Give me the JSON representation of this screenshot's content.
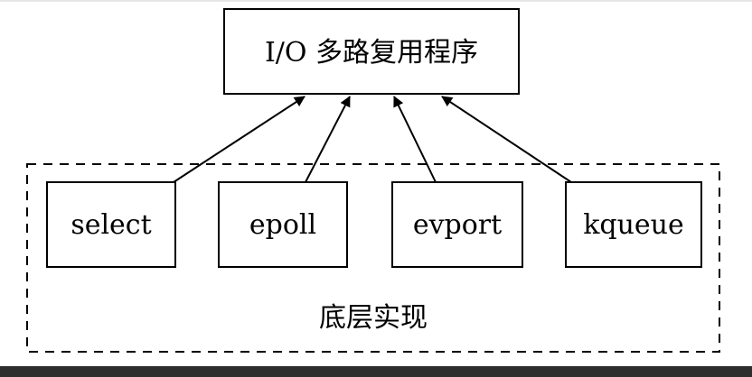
{
  "top_node": {
    "label": "I/O 多路复用程序"
  },
  "implementations": [
    {
      "label": "select"
    },
    {
      "label": "epoll"
    },
    {
      "label": "evport"
    },
    {
      "label": "kqueue"
    }
  ],
  "group": {
    "label": "底层实现"
  }
}
